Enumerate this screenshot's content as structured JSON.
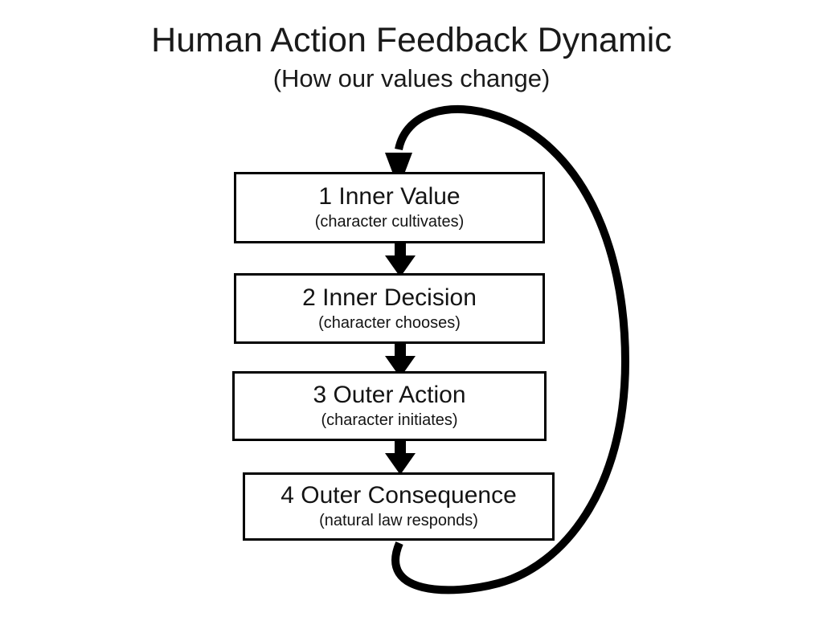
{
  "slide": {
    "background_color": "#ffffff",
    "ink_color": "#000000"
  },
  "title": {
    "main": "Human Action Feedback Dynamic",
    "subtitle": "(How our values change)"
  },
  "diagram": {
    "type": "cycle-flowchart",
    "nodes": [
      {
        "id": "1",
        "title": "1 Inner Value",
        "subtitle": "(character cultivates)"
      },
      {
        "id": "2",
        "title": "2 Inner Decision",
        "subtitle": "(character chooses)"
      },
      {
        "id": "3",
        "title": "3 Outer Action",
        "subtitle": "(character initiates)"
      },
      {
        "id": "4",
        "title": "4 Outer Consequence",
        "subtitle": "(natural law responds)"
      }
    ],
    "connectors": [
      {
        "from": "1",
        "to": "2",
        "style": "block-arrow-down"
      },
      {
        "from": "2",
        "to": "3",
        "style": "block-arrow-down"
      },
      {
        "from": "3",
        "to": "4",
        "style": "block-arrow-down"
      }
    ],
    "feedback_loop": {
      "from": "4",
      "to": "1",
      "style": "curved-arc-right",
      "direction": "counterclockwise-return-to-top"
    }
  }
}
